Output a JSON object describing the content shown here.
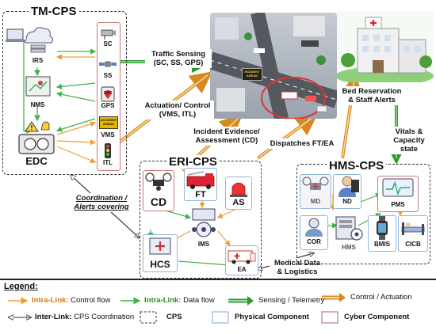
{
  "clusters": {
    "tm": "TM-CPS",
    "eri": "ERI-CPS",
    "hms": "HMS-CPS"
  },
  "tm_nodes": {
    "irs": "IRS",
    "nms": "NMS",
    "edc": "EDC",
    "sc": "SC",
    "ss": "SS",
    "gps": "GPS",
    "gps_device": "GPS",
    "vms": "VMS",
    "vms_sign": "ACCIDENT AHEAD",
    "itl": "ITL"
  },
  "eri_nodes": {
    "cd": "CD",
    "ft": "FT",
    "as": "AS",
    "ims": "IMS",
    "hcs": "HCS",
    "ea": "EA"
  },
  "hms_nodes": {
    "md": "MD",
    "nd": "ND",
    "pms": "PMS",
    "cor": "COR",
    "hms": "HMS",
    "bmis": "BMIS",
    "cicb": "CICB"
  },
  "scene": {
    "road_sign": "INCIDENT AHEAD"
  },
  "annotations": {
    "traffic_sensing": "Traffic Sensing\n(SC, SS, GPS)",
    "actuation": "Actuation/ Control\n(VMS, ITL)",
    "incident_evidence": "Incident Evidence/\nAssessment (CD)",
    "dispatches": "Dispatches FT/EA",
    "bed_reservation": "Bed Reservation\n& Staff Alerts",
    "vitals": "Vitals &\nCapacity state",
    "coordination": "Coordination /\nAlerts covering",
    "medical_data": "Medical Data\n& Logistics"
  },
  "legend": {
    "title": "Legend:",
    "intra_control": {
      "bold": "Intra-Link:",
      "rest": " Control flow"
    },
    "intra_data": {
      "bold": "Intra-Link:",
      "rest": " Data flow"
    },
    "sensing": "Sensing  / Telemetry",
    "control": "Control / Actuation",
    "inter": {
      "bold": "Inter-Link:",
      "rest": " CPS Coordination"
    },
    "cps": "CPS",
    "physical": "Physical Component",
    "cyber": "Cyber Component"
  },
  "colors": {
    "control_flow": "#f0a030",
    "data_flow": "#3cb44b",
    "physical_border": "#8fb6e0",
    "cyber_border": "#cc7777",
    "sensing_arrow": "#2e9a2e"
  }
}
